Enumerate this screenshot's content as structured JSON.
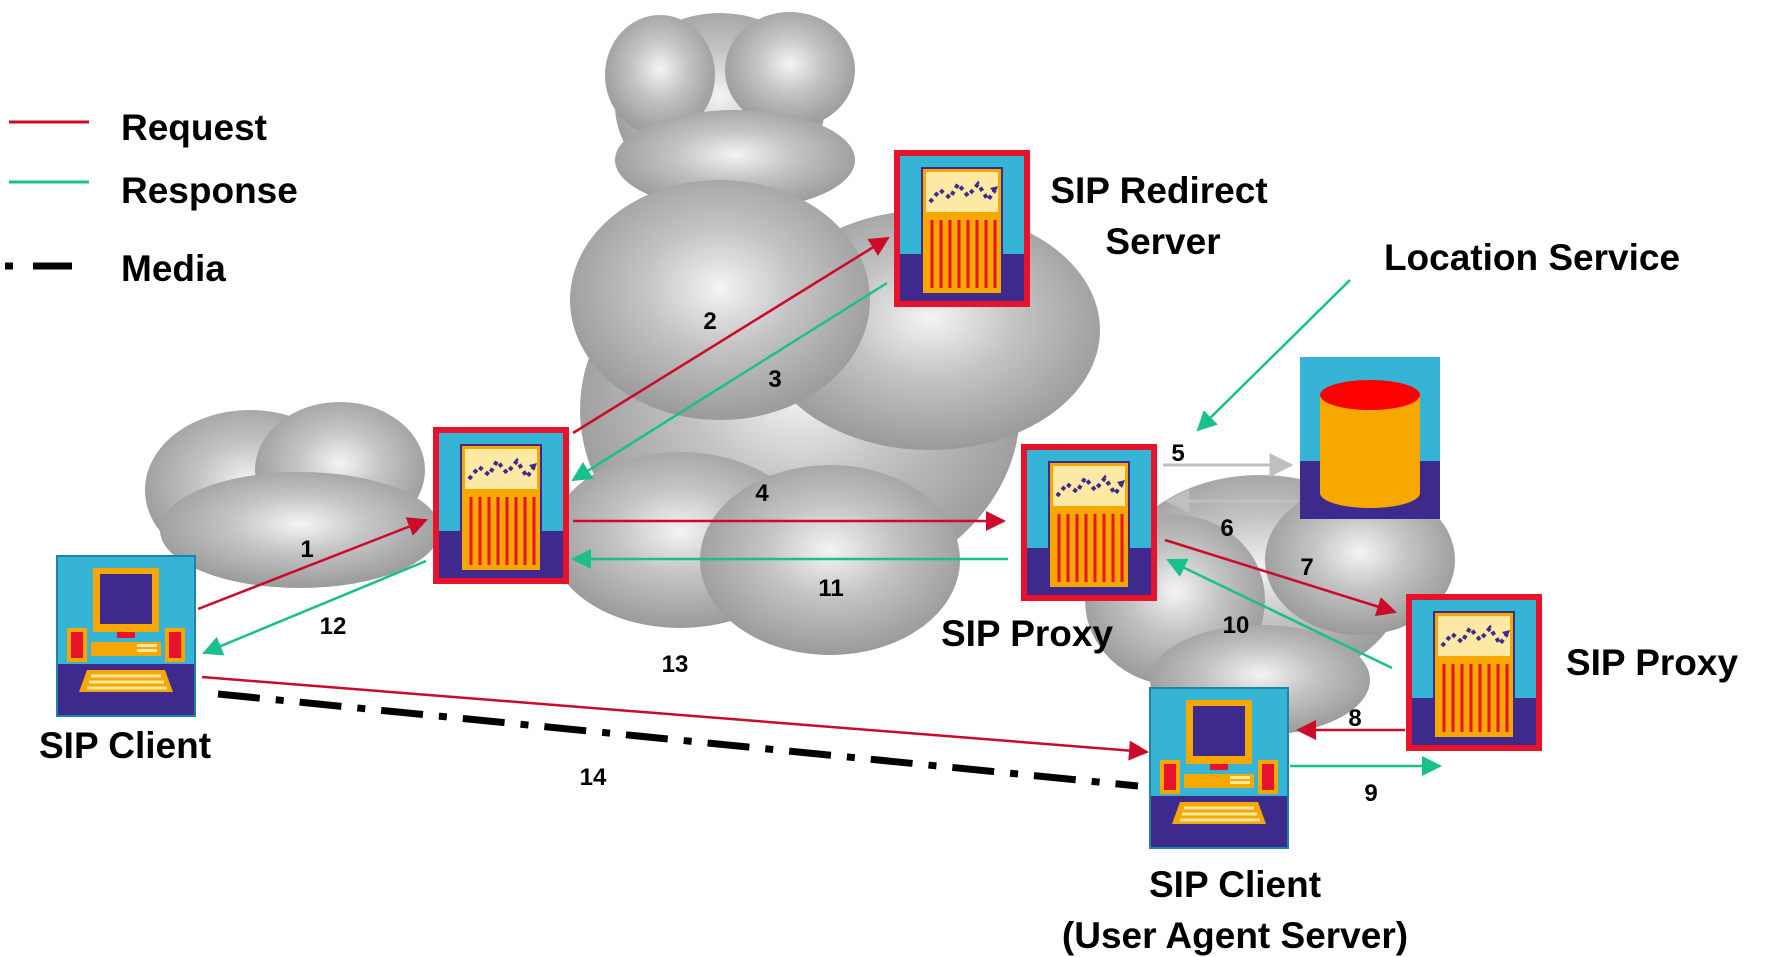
{
  "legend": {
    "request": "Request",
    "response": "Response",
    "media": "Media"
  },
  "colors": {
    "request": "#cc0a2a",
    "response": "#18c08c",
    "media": "#000000",
    "location_arrow": "#bfbfbf",
    "server_border": "#e8132a",
    "device_bg": "#36b4d6",
    "device_base": "#3d2a8c",
    "rack": "#f7a800",
    "cloud": "#a8a8a8"
  },
  "nodes": {
    "redirect_server": {
      "line1": "SIP Redirect",
      "line2": "Server"
    },
    "location_service": "Location Service",
    "proxy_center": "SIP Proxy",
    "proxy_right": "SIP Proxy",
    "client_left": "SIP Client",
    "client_right": {
      "line1": "SIP Client",
      "line2": "(User Agent Server)"
    }
  },
  "steps": [
    "1",
    "2",
    "3",
    "4",
    "5",
    "6",
    "7",
    "8",
    "9",
    "10",
    "11",
    "12",
    "13",
    "14"
  ]
}
